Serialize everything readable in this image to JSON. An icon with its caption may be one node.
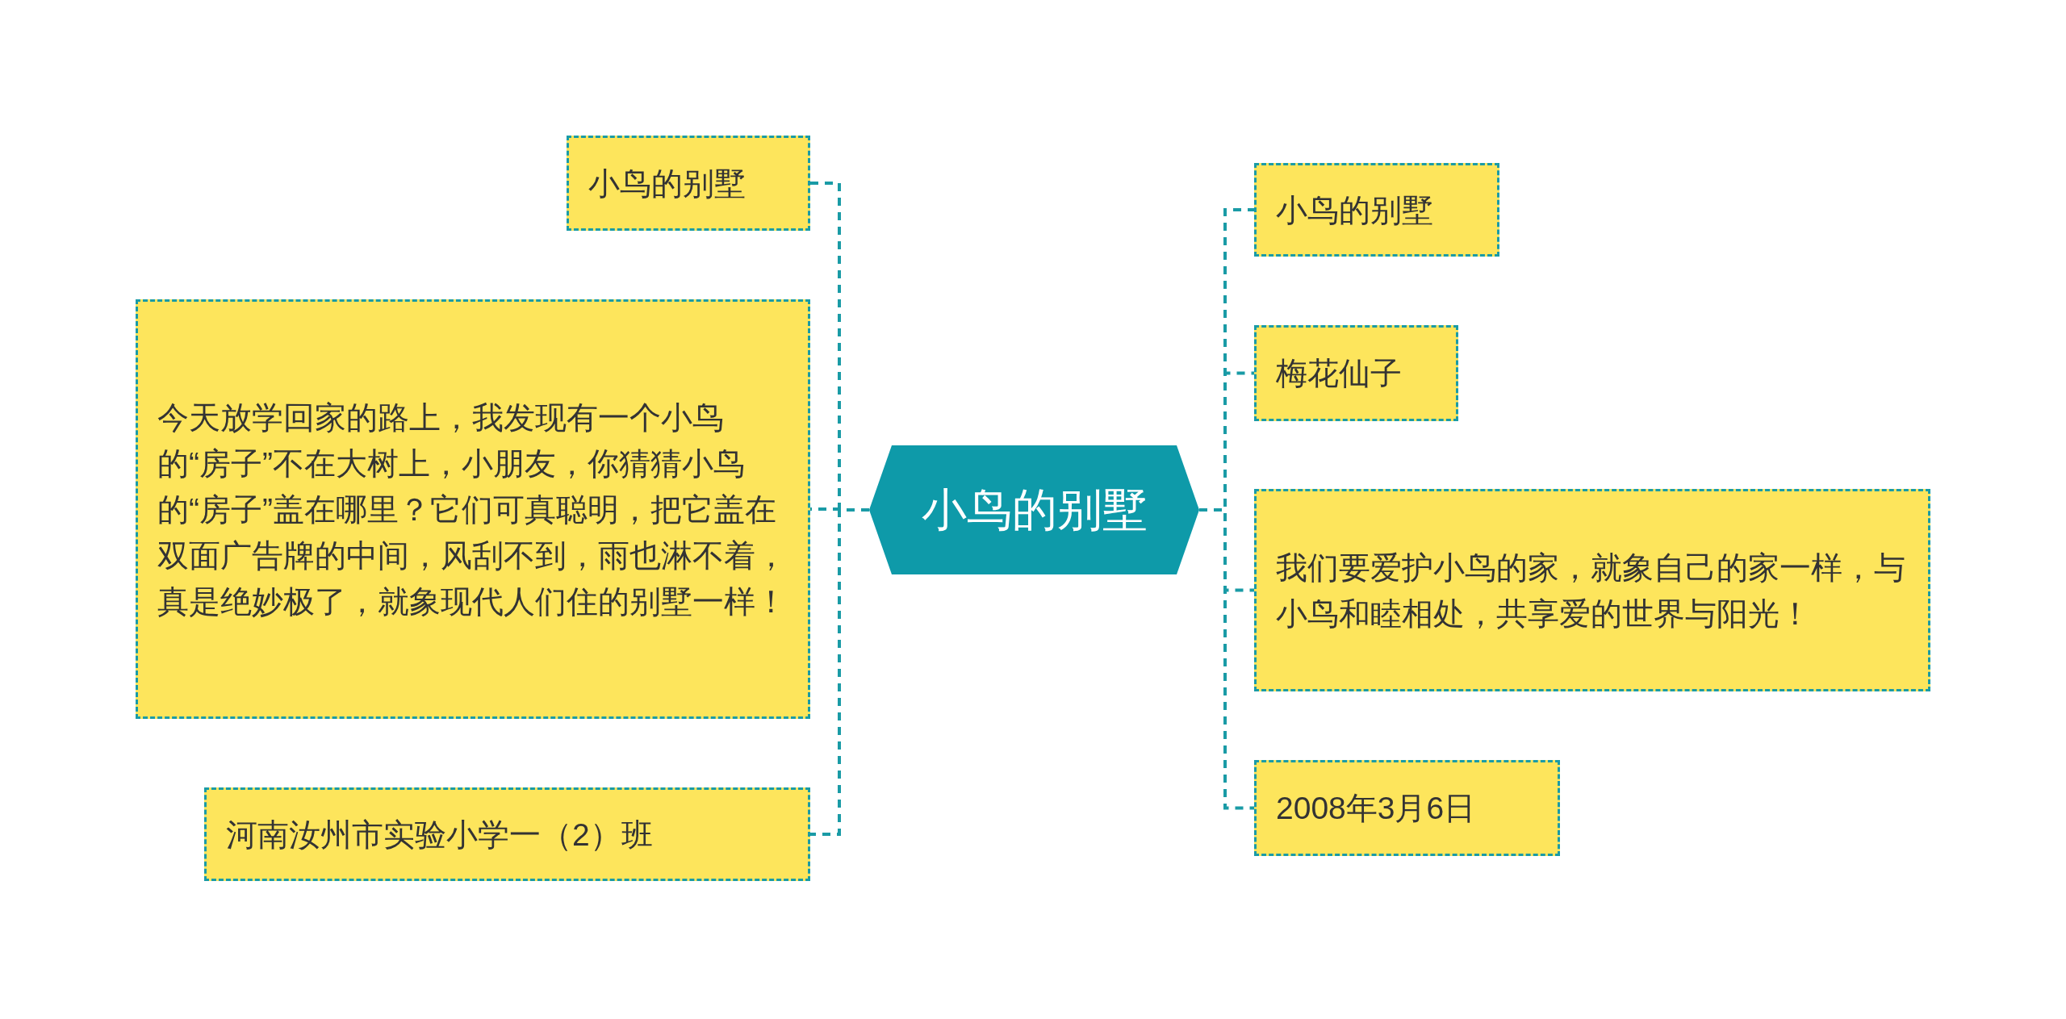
{
  "diagram": {
    "nodes": [
      {
        "text": [
          "小鸟的别墅"
        ]
      },
      {
        "text": [
          "小鸟的别墅"
        ]
      },
      {
        "text": [
          "今天放学回家的路上，我发现有一个小鸟的“房子”不在大树上，小朋友，你猜猜小鸟的“房子”盖在哪里？它们可真聪明，把它盖在双面广告牌的中间，风刮不到，雨也淋不着，真是绝妙极了，就象现代人们住的别墅一样！"
        ]
      },
      {
        "text": [
          "河南汝州市实验小学一（2）班"
        ]
      },
      {
        "text": [
          "小鸟的别墅"
        ]
      },
      {
        "text": [
          "梅花仙子"
        ]
      },
      {
        "text": [
          "我们要爱护小鸟的家，就象自己的家一样，与小鸟和睦相处，共享爱的世界与阳光！"
        ]
      },
      {
        "text": [
          "2008年3月6日"
        ]
      }
    ],
    "edges": [
      {
        "from": 0,
        "to": 1,
        "arrow": "none",
        "style": "dashed"
      },
      {
        "from": 0,
        "to": 2,
        "arrow": "none",
        "style": "dashed"
      },
      {
        "from": 0,
        "to": 3,
        "arrow": "none",
        "style": "dashed"
      },
      {
        "from": 0,
        "to": 4,
        "arrow": "none",
        "style": "dashed"
      },
      {
        "from": 0,
        "to": 5,
        "arrow": "none",
        "style": "dashed"
      },
      {
        "from": 0,
        "to": 6,
        "arrow": "none",
        "style": "dashed"
      },
      {
        "from": 0,
        "to": 7,
        "arrow": "none",
        "style": "dashed"
      }
    ]
  }
}
